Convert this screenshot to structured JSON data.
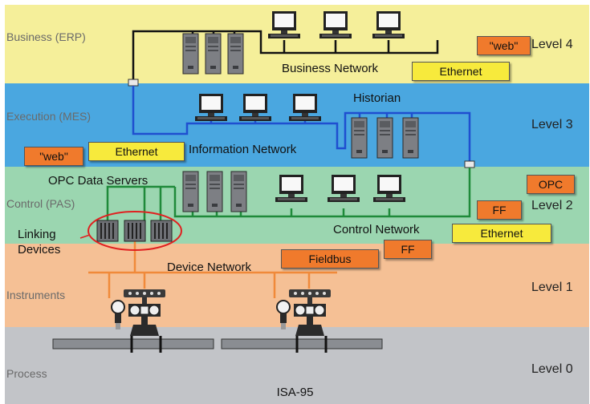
{
  "colors": {
    "business": "#f5ef9a",
    "execution": "#4aa7e0",
    "control": "#9bd6b0",
    "instruments": "#f5c095",
    "process": "#c2c4c8",
    "business_net": "#111111",
    "info_net": "#1f4fd0",
    "control_net": "#1f8a3a",
    "device_net": "#f08a3a",
    "highlight": "#e02020"
  },
  "layers": [
    {
      "name": "Business (ERP)",
      "level": "Level 4"
    },
    {
      "name": "Execution (MES)",
      "level": "Level 3"
    },
    {
      "name": "Control (PAS)",
      "level": "Level 2"
    },
    {
      "name": "Instruments",
      "level": "Level 1"
    },
    {
      "name": "Process",
      "level": "Level 0"
    }
  ],
  "labels": {
    "business_network": "Business Network",
    "historian": "Historian",
    "information_network": "Information Network",
    "opc_data_servers": "OPC Data Servers",
    "control_network": "Control Network",
    "linking": "Linking",
    "devices": "Devices",
    "device_network": "Device Network"
  },
  "tags": {
    "web_top": "\"web\"",
    "ethernet_top": "Ethernet",
    "web_mid": "\"web\"",
    "ethernet_mid": "Ethernet",
    "opc": "OPC",
    "ff_control": "FF",
    "ethernet_control": "Ethernet",
    "fieldbus": "Fieldbus",
    "ff_device": "FF"
  },
  "caption": "ISA-95",
  "icons": [
    "server-icon",
    "workstation-icon",
    "linking-device-icon",
    "valve-icon",
    "pipe-icon"
  ]
}
